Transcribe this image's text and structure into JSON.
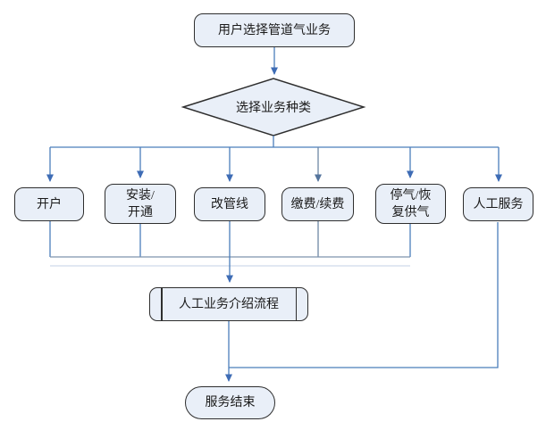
{
  "diagram": {
    "type": "flowchart",
    "background": "#ffffff",
    "colors": {
      "node_fill": "#e9eff8",
      "node_border": "#2e2e2e",
      "connector_blue": "#4a7ebb",
      "connector_gray_blue": "#6e87a3",
      "collect_line": "#7d93ad",
      "faint_line": "#cfdbe9",
      "arrowhead_blue": "#3e6cb5",
      "arrowhead_gray": "#54749c",
      "text": "#1a1a1a"
    },
    "nodes": {
      "start": {
        "shape": "rounded-rect",
        "label": "用户选择管道气业务"
      },
      "decision": {
        "shape": "diamond",
        "label": "选择业务种类"
      },
      "open_account": {
        "shape": "rounded-rect",
        "label": "开户"
      },
      "install": {
        "shape": "rounded-rect",
        "lines": [
          "安装/",
          "开通"
        ]
      },
      "change_pipeline": {
        "shape": "rounded-rect",
        "label": "改管线"
      },
      "pay_renew": {
        "shape": "rounded-rect",
        "label": "缴费/续费"
      },
      "stop_resume": {
        "shape": "rounded-rect",
        "lines": [
          "停气/恢",
          "复供气"
        ]
      },
      "manual_service": {
        "shape": "rounded-rect",
        "label": "人工服务"
      },
      "intro_process": {
        "shape": "predefined-process",
        "label": "人工业务介绍流程"
      },
      "end": {
        "shape": "terminator",
        "label": "服务结束"
      }
    }
  }
}
